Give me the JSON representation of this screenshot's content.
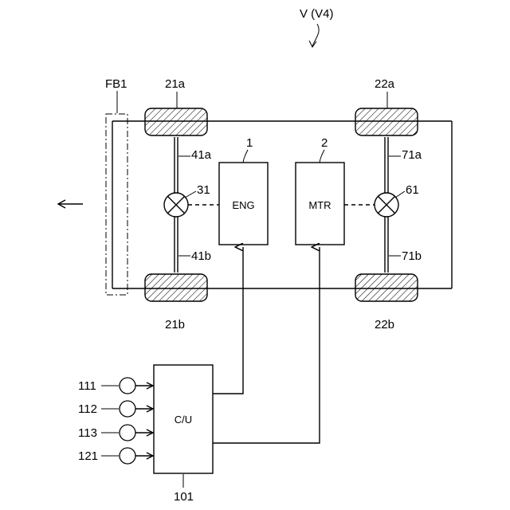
{
  "vehicle_label": "V (V4)",
  "frame": {
    "label": "FB1"
  },
  "wheels": {
    "front_left": "21a",
    "front_right": "21b",
    "rear_left": "22a",
    "rear_right": "22b"
  },
  "axles": {
    "front_upper": "41a",
    "front_lower": "41b",
    "rear_upper": "71a",
    "rear_lower": "71b"
  },
  "differentials": {
    "front": "31",
    "rear": "61"
  },
  "engine": {
    "ref": "1",
    "text": "ENG"
  },
  "motor": {
    "ref": "2",
    "text": "MTR"
  },
  "control_unit": {
    "ref": "101",
    "text": "C/U"
  },
  "sensors": [
    "111",
    "112",
    "113",
    "121"
  ]
}
